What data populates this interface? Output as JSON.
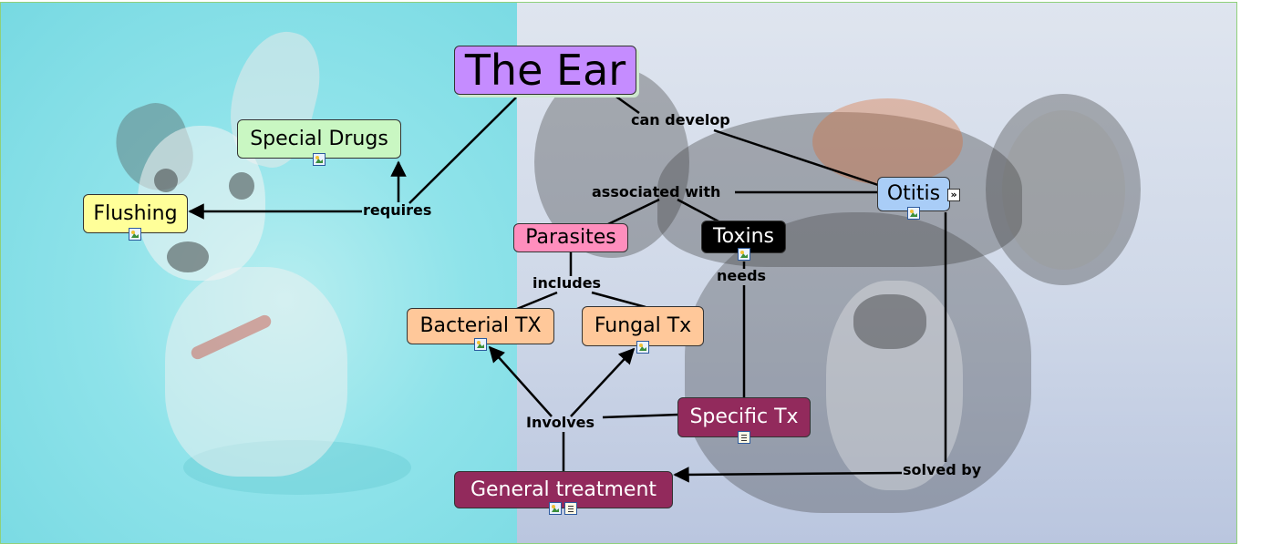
{
  "map": {
    "title": "The Ear",
    "nodes": {
      "special_drugs": "Special Drugs",
      "flushing": "Flushing",
      "otitis": "Otitis",
      "parasites": "Parasites",
      "toxins": "Toxins",
      "bacterial_tx": "Bacterial TX",
      "fungal_tx": "Fungal Tx",
      "specific_tx": "Specific Tx",
      "general_treatment": "General treatment"
    },
    "links": {
      "can_develop": "can develop",
      "associated_with": "associated with",
      "requires": "requires",
      "includes": "includes",
      "needs": "needs",
      "involves": "Involves",
      "solved_by": "solved by"
    },
    "expand_glyph": "»"
  },
  "colors": {
    "title_node": "#c58cff",
    "special_drugs": "#c9f7c2",
    "flushing": "#ffff99",
    "otitis": "#a9cdf7",
    "parasites": "#ff8ebd",
    "toxins": "#000000",
    "treatment_light": "#ffc89a",
    "treatment_dark": "#922a5c",
    "border": "#8fd07a"
  },
  "icons": [
    "image-resource-icon",
    "document-resource-icon",
    "expand-icon"
  ]
}
